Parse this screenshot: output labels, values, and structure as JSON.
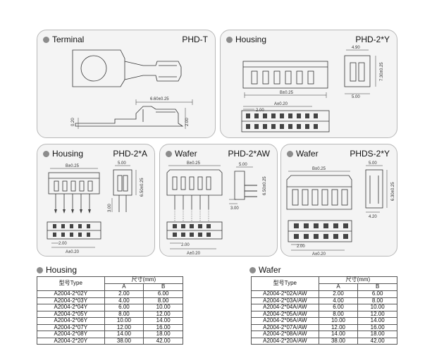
{
  "panels": {
    "terminal": {
      "title": "Terminal",
      "code": "PHD-T",
      "dims": [
        "6.60±0.25",
        "0.20",
        "2.00"
      ]
    },
    "housing_top": {
      "title": "Housing",
      "code": "PHD-2*Y",
      "dims": [
        "4.90",
        "7.30±0.25",
        "B±0.25",
        "5.00",
        "A±0.20",
        "2.00"
      ]
    },
    "housing_a": {
      "title": "Housing",
      "code": "PHD-2*A",
      "dims": [
        "B±0.25",
        "5.00",
        "6.50±0.25",
        "3.00",
        "2.00",
        "A±0.20"
      ]
    },
    "wafer_aw": {
      "title": "Wafer",
      "code": "PHD-2*AW",
      "dims": [
        "B±0.25",
        "5.00",
        "6.50±0.25",
        "3.00",
        "2.00",
        "A±0.20"
      ]
    },
    "wafer_y": {
      "title": "Wafer",
      "code": "PHDS-2*Y",
      "dims": [
        "B±0.25",
        "5.00",
        "6.30±0.25",
        "4.20",
        "2.00",
        "A±0.20"
      ]
    }
  },
  "housing_table": {
    "title": "Housing",
    "head_model": "型号Type",
    "head_size": "尺寸(mm)",
    "col_a": "A",
    "col_b": "B",
    "rows": [
      [
        "A2004-2*02Y",
        "2.00",
        "6.00"
      ],
      [
        "A2004-2*03Y",
        "4.00",
        "8.00"
      ],
      [
        "A2004-2*04Y",
        "6.00",
        "10.00"
      ],
      [
        "A2004-2*05Y",
        "8.00",
        "12.00"
      ],
      [
        "A2004-2*06Y",
        "10.00",
        "14.00"
      ],
      [
        "A2004-2*07Y",
        "12.00",
        "16.00"
      ],
      [
        "A2004-2*08Y",
        "14.00",
        "18.00"
      ],
      [
        "A2004-2*20Y",
        "38.00",
        "42.00"
      ]
    ]
  },
  "wafer_table": {
    "title": "Wafer",
    "head_model": "型号Type",
    "head_size": "尺寸(mm)",
    "col_a": "A",
    "col_b": "B",
    "rows": [
      [
        "A2004-2*02A/AW",
        "2.00",
        "6.00"
      ],
      [
        "A2004-2*03A/AW",
        "4.00",
        "8.00"
      ],
      [
        "A2004-2*04A/AW",
        "6.00",
        "10.00"
      ],
      [
        "A2004-2*05A/AW",
        "8.00",
        "12.00"
      ],
      [
        "A2004-2*06A/AW",
        "10.00",
        "14.00"
      ],
      [
        "A2004-2*07A/AW",
        "12.00",
        "16.00"
      ],
      [
        "A2004-2*08A/AW",
        "14.00",
        "18.00"
      ],
      [
        "A2004-2*20A/AW",
        "38.00",
        "42.00"
      ]
    ]
  }
}
